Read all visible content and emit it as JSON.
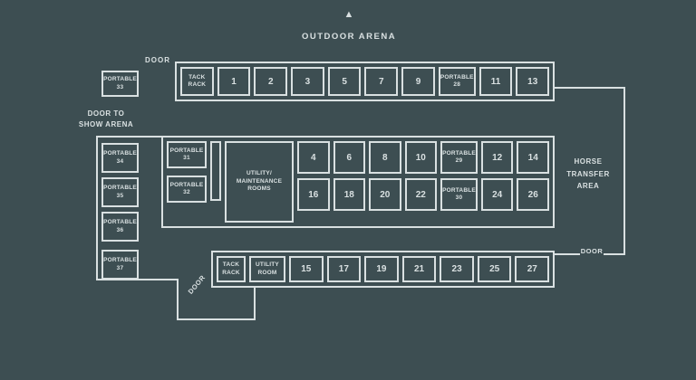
{
  "colors": {
    "background": "#3d4e52",
    "line": "#d9e0e1"
  },
  "outdoor_arena": {
    "arrow": "▲",
    "label": "OUTDOOR ARENA"
  },
  "labels": {
    "door_top_left": "DOOR",
    "door_to_show_arena": "DOOR TO\nSHOW ARENA",
    "horse_transfer_area": "HORSE\nTRANSFER\nAREA",
    "door_right": "DOOR",
    "door_bottom_left": "DOOR"
  },
  "top_row": {
    "cells": [
      "TACK\nRACK",
      "1",
      "2",
      "3",
      "5",
      "7",
      "9",
      "PORTABLE\n28",
      "11",
      "13"
    ]
  },
  "left_column": {
    "cells": [
      "PORTABLE\n33",
      "PORTABLE\n34",
      "PORTABLE\n35",
      "PORTABLE\n36",
      "PORTABLE\n37"
    ]
  },
  "middle_block": {
    "portables": [
      "PORTABLE\n31",
      "PORTABLE\n32"
    ],
    "utility": "UTILITY/\nMAINTENANCE\nROOMS",
    "row1": [
      "4",
      "6",
      "8",
      "10",
      "PORTABLE\n29",
      "12",
      "14"
    ],
    "row2": [
      "16",
      "18",
      "20",
      "22",
      "PORTABLE\n30",
      "24",
      "26"
    ]
  },
  "bottom_row": {
    "cells": [
      "TACK\nRACK",
      "UTILITY\nROOM",
      "15",
      "17",
      "19",
      "21",
      "23",
      "25",
      "27"
    ]
  }
}
